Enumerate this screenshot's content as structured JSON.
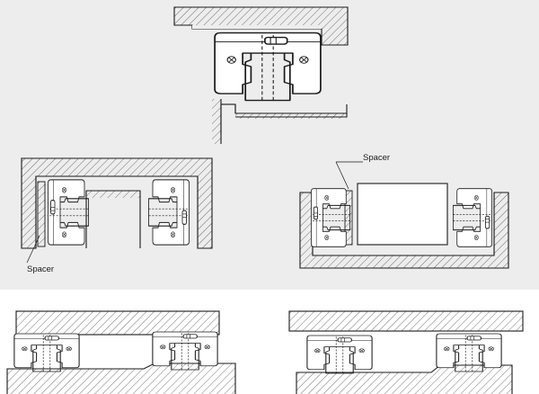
{
  "figure": {
    "spacer_label_left": "Spacer",
    "spacer_label_right": "Spacer"
  },
  "colors": {
    "panel_background": "#ededed",
    "line": "#1a1a1a",
    "hatch": "#1a1a1a",
    "part_fill": "#ffffff"
  },
  "panels": [
    {
      "name": "single-block-mounting",
      "label": ""
    },
    {
      "name": "u-frame-with-spacer",
      "label": ""
    },
    {
      "name": "center-block-with-spacer",
      "label": ""
    },
    {
      "name": "bridge-carriage-left",
      "label": ""
    },
    {
      "name": "bridge-carriage-right",
      "label": ""
    }
  ]
}
